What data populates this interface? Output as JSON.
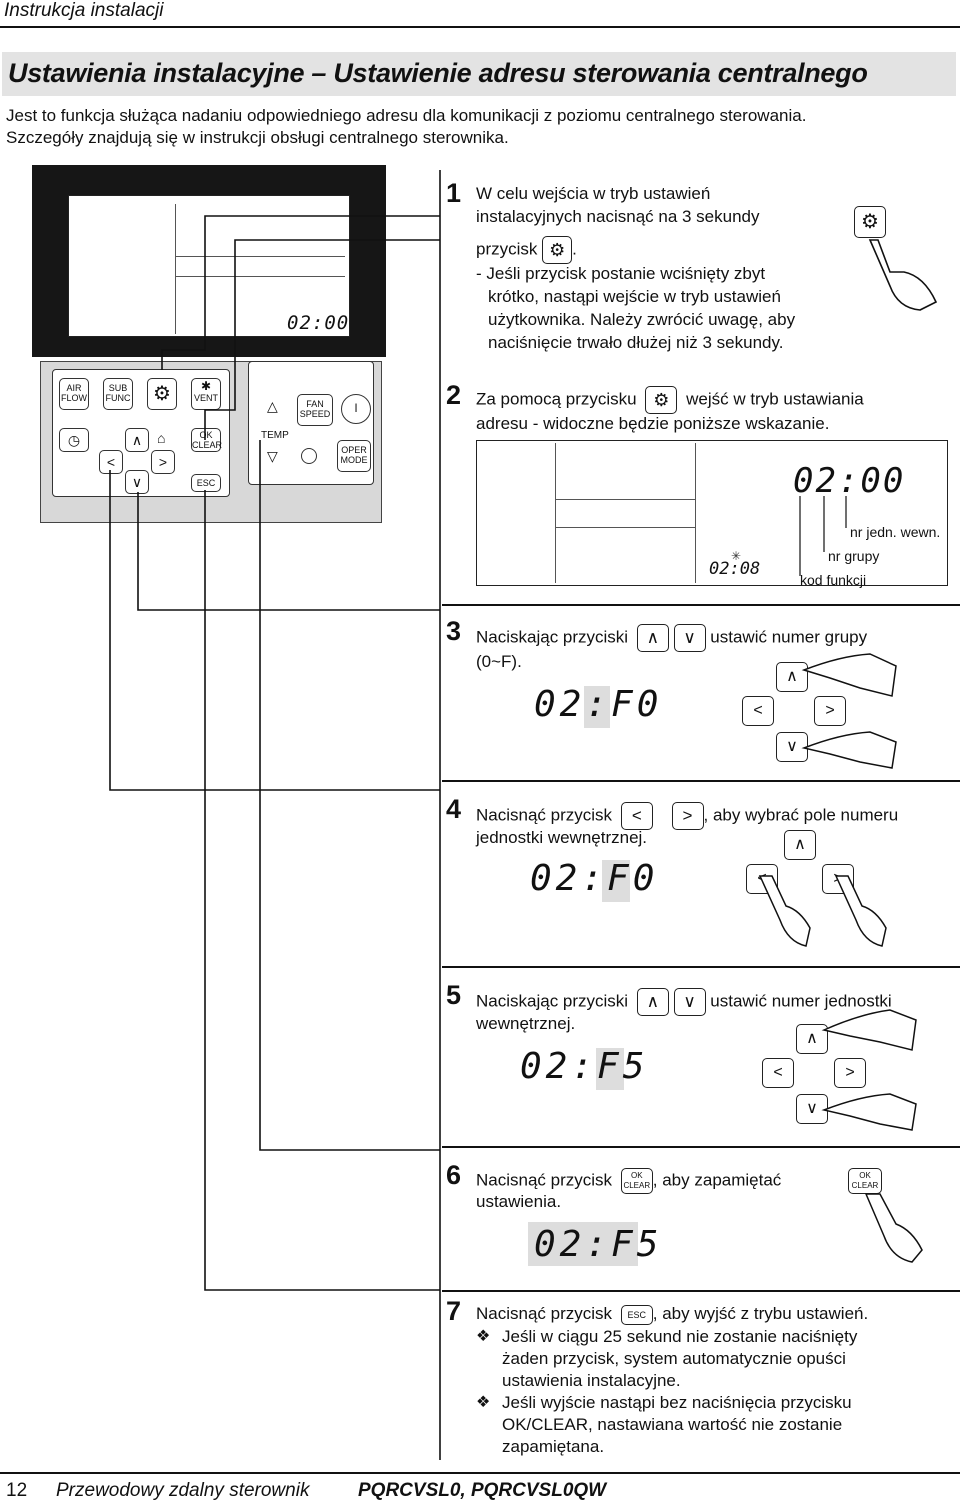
{
  "header": {
    "section": "Instrukcja instalacji"
  },
  "title": "Ustawienia instalacyjne – Ustawienie adresu sterowania centralnego",
  "intro": [
    "Jest to funkcja służąca nadaniu odpowiedniego adresu dla komunikacji z poziomu centralnego sterowania.",
    "Szczegóły znajdują się w instrukcji obsługi centralnego sterownika."
  ],
  "remote": {
    "display_time": "02:00",
    "keys": {
      "air_flow": "AIR\nFLOW",
      "sub_func": "SUB\nFUNC",
      "vent": "VENT",
      "ok_clear": "OK\nCLEAR",
      "esc": "ESC",
      "fan_speed": "FAN\nSPEED",
      "temp": "TEMP",
      "oper_mode": "OPER\nMODE"
    }
  },
  "steps": {
    "s1": {
      "num": "1",
      "line1": "W celu wejścia w tryb ustawień",
      "line2": "instalacyjnych nacisnąć na 3 sekundy",
      "line3_pre": "przycisk",
      "line3_post": ".",
      "note1": "- Jeśli przycisk postanie wciśnięty zbyt",
      "note2": "krótko, nastąpi wejście w tryb ustawień",
      "note3": "użytkownika. Należy zwrócić uwagę, aby",
      "note4": "naciśnięcie trwało dłużej niż 3 sekundy."
    },
    "s2": {
      "num": "2",
      "line1_pre": "Za pomocą przycisku",
      "line1_post": "wejść w tryb ustawiania",
      "line2": "adresu - widoczne będzie poniższe wskazanie.",
      "display_big": "02:00",
      "display_small": "02:08",
      "label_unit": "nr jedn. wewn.",
      "label_group": "nr grupy",
      "label_func": "kod funkcji"
    },
    "s3": {
      "num": "3",
      "line1_pre": "Naciskając przyciski",
      "line1_post": "ustawić numer grupy",
      "line2": "(0~F).",
      "display": "02:F0"
    },
    "s4": {
      "num": "4",
      "line1_pre": "Nacisnąć przycisk",
      "line1_post": ", aby  wybrać pole numeru",
      "line2": "jednostki wewnętrznej.",
      "display": "02:F0"
    },
    "s5": {
      "num": "5",
      "line1_pre": "Naciskając przyciski",
      "line1_post": "ustawić numer jednostki",
      "line2": "wewnętrznej.",
      "display": "02:F5"
    },
    "s6": {
      "num": "6",
      "line1_pre": "Nacisnąć przycisk",
      "line1_post": ", aby zapamiętać",
      "line2": "ustawienia.",
      "display": "02:F5",
      "key": "OK\nCLEAR"
    },
    "s7": {
      "num": "7",
      "line1_pre": "Nacisnąć przycisk",
      "line1_post": ", aby wyjść z trybu ustawień.",
      "key": "ESC",
      "b1_l1": "Jeśli w ciągu 25 sekund nie zostanie naciśnięty",
      "b1_l2": "żaden przycisk, system automatycznie opuści",
      "b1_l3": "ustawienia instalacyjne.",
      "b2_l1": "Jeśli wyjście nastąpi bez naciśnięcia przycisku",
      "b2_l2": "OK/CLEAR, nastawiana wartość nie zostanie",
      "b2_l3": "zapamiętana."
    }
  },
  "footer": {
    "page": "12",
    "doc": "Przewodowy zdalny sterownik",
    "model": "PQRCVSL0, PQRCVSL0QW"
  }
}
